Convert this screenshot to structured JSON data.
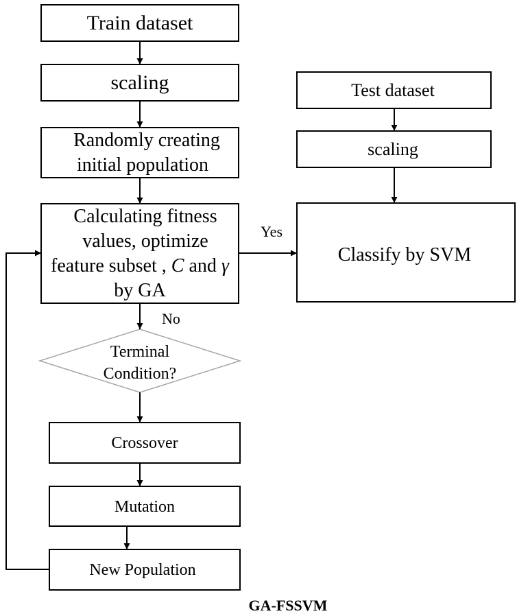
{
  "nodes": {
    "train_dataset": "Train dataset",
    "scaling_train": "scaling",
    "random_init": [
      "Randomly creating",
      "initial population"
    ],
    "fitness": {
      "line1": "Calculating fitness",
      "line2": "values, optimize",
      "line3_prefix": "feature subset , ",
      "line3_c": "C",
      "line3_and": " and ",
      "line3_gamma": "γ",
      "line4": "by GA"
    },
    "terminal": [
      "Terminal",
      "Condition?"
    ],
    "crossover": "Crossover",
    "mutation": "Mutation",
    "new_population": "New Population",
    "test_dataset": "Test dataset",
    "scaling_test": "scaling",
    "classify": "Classify by SVM"
  },
  "edges": {
    "yes": "Yes",
    "no": "No"
  },
  "caption": "GA-FSSVM"
}
